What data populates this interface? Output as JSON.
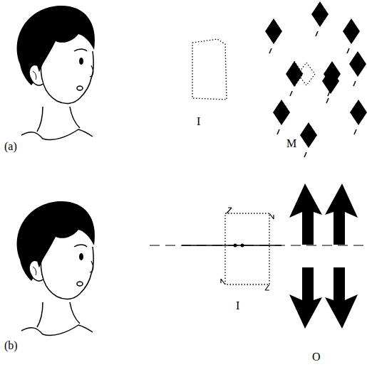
{
  "diagram": {
    "labels": [
      "(a)",
      "I",
      "M",
      "(b)",
      "I",
      "O"
    ]
  }
}
